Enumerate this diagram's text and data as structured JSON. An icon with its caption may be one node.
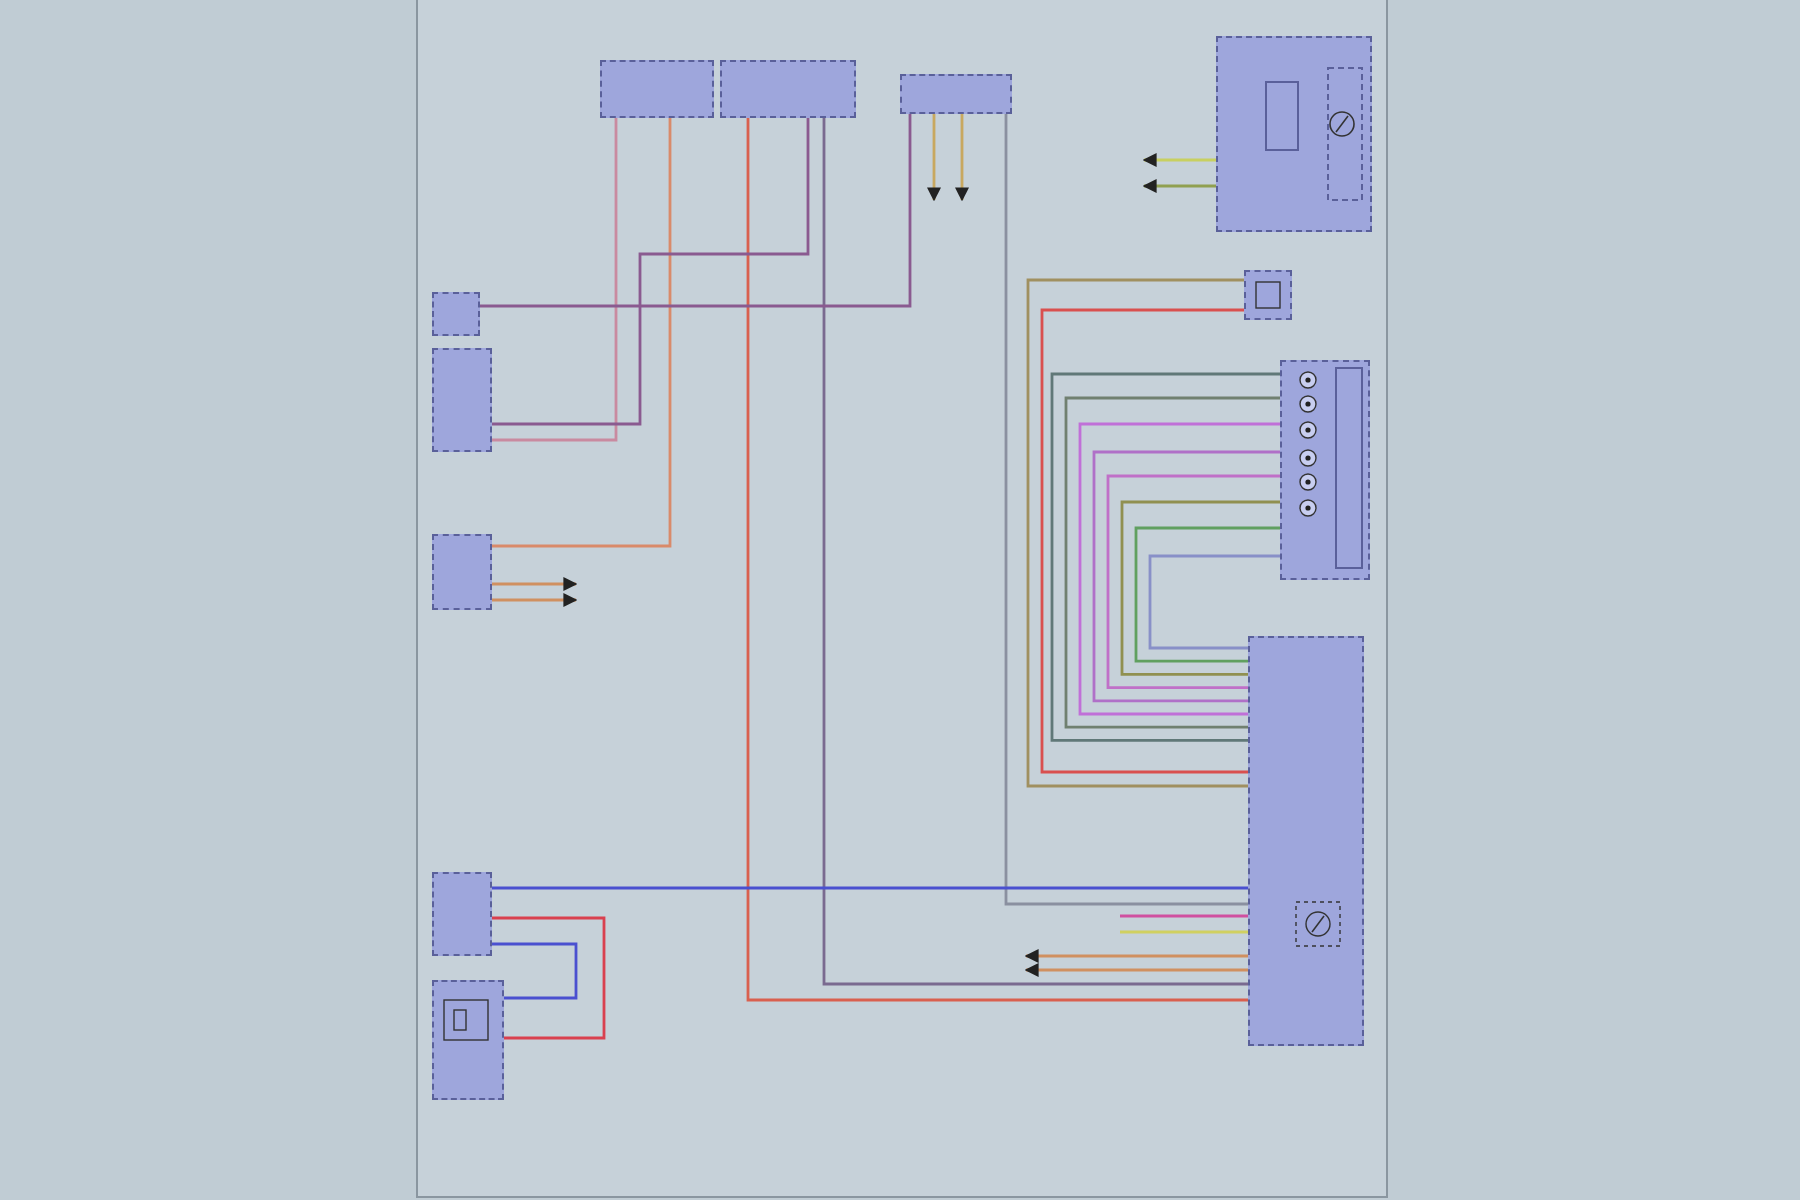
{
  "diagram": {
    "nodes": [
      {
        "text": [],
        "shape": "box"
      },
      {
        "text": [],
        "shape": "box"
      },
      {
        "text": [],
        "shape": "box"
      },
      {
        "text": [],
        "shape": "box"
      },
      {
        "text": [],
        "shape": "box"
      },
      {
        "text": [],
        "shape": "box"
      },
      {
        "text": [],
        "shape": "box"
      },
      {
        "text": [],
        "shape": "box"
      },
      {
        "text": [],
        "shape": "box"
      },
      {
        "text": [],
        "shape": "box"
      },
      {
        "text": [],
        "shape": "box"
      },
      {
        "text": [],
        "shape": "box"
      }
    ],
    "edges": [
      {
        "from": 0,
        "to": 9,
        "arrow": "none",
        "color": "#d98a6a"
      },
      {
        "from": 0,
        "to": 8,
        "arrow": "none",
        "color": "#c98aa0"
      },
      {
        "from": 1,
        "to": 6,
        "arrow": "none",
        "color": "#d9604f"
      },
      {
        "from": 1,
        "to": 6,
        "arrow": "none",
        "color": "#7a6a90"
      },
      {
        "from": 7,
        "to": 2,
        "arrow": "none",
        "color": "#8a5a90"
      },
      {
        "from": 8,
        "to": 1,
        "arrow": "none",
        "color": "#8a5a90"
      },
      {
        "from": 2,
        "to": 6,
        "arrow": "none",
        "color": "#8a90a0"
      },
      {
        "from": 10,
        "to": 6,
        "arrow": "none",
        "color": "#4a50d0"
      },
      {
        "from": 10,
        "to": 11,
        "arrow": "none",
        "color": "#d9404f"
      },
      {
        "from": 10,
        "to": 11,
        "arrow": "none",
        "color": "#4a50d0"
      },
      {
        "from": 6,
        "to": 5,
        "arrow": "none",
        "color": "#8890c8"
      },
      {
        "from": 6,
        "to": 5,
        "arrow": "none",
        "color": "#60a060"
      },
      {
        "from": 6,
        "to": 5,
        "arrow": "none",
        "color": "#909050"
      },
      {
        "from": 6,
        "to": 5,
        "arrow": "none",
        "color": "#c070c8"
      },
      {
        "from": 6,
        "to": 5,
        "arrow": "none",
        "color": "#b070c8"
      },
      {
        "from": 6,
        "to": 5,
        "arrow": "none",
        "color": "#c070d8"
      },
      {
        "from": 6,
        "to": 5,
        "arrow": "none",
        "color": "#708070"
      },
      {
        "from": 6,
        "to": 5,
        "arrow": "none",
        "color": "#607878"
      },
      {
        "from": 6,
        "to": 4,
        "arrow": "none",
        "color": "#d9504f"
      },
      {
        "from": 6,
        "to": 4,
        "arrow": "none",
        "color": "#a09060"
      },
      {
        "from": 3,
        "to": null,
        "arrow": "to",
        "color": "#c8d060"
      },
      {
        "from": 3,
        "to": null,
        "arrow": "to",
        "color": "#90a050"
      },
      {
        "from": 2,
        "to": null,
        "arrow": "to",
        "color": "#c8a860"
      },
      {
        "from": 2,
        "to": null,
        "arrow": "to",
        "color": "#c8a860"
      },
      {
        "from": 9,
        "to": null,
        "arrow": "to",
        "color": "#d09060"
      },
      {
        "from": 9,
        "to": null,
        "arrow": "to",
        "color": "#d09060"
      },
      {
        "from": 6,
        "to": null,
        "arrow": "to",
        "color": "#d09060"
      },
      {
        "from": 6,
        "to": null,
        "arrow": "to",
        "color": "#d09060"
      },
      {
        "from": null,
        "to": 6,
        "arrow": "none",
        "color": "#d050a0"
      },
      {
        "from": null,
        "to": 6,
        "arrow": "none",
        "color": "#d0d060"
      }
    ]
  }
}
